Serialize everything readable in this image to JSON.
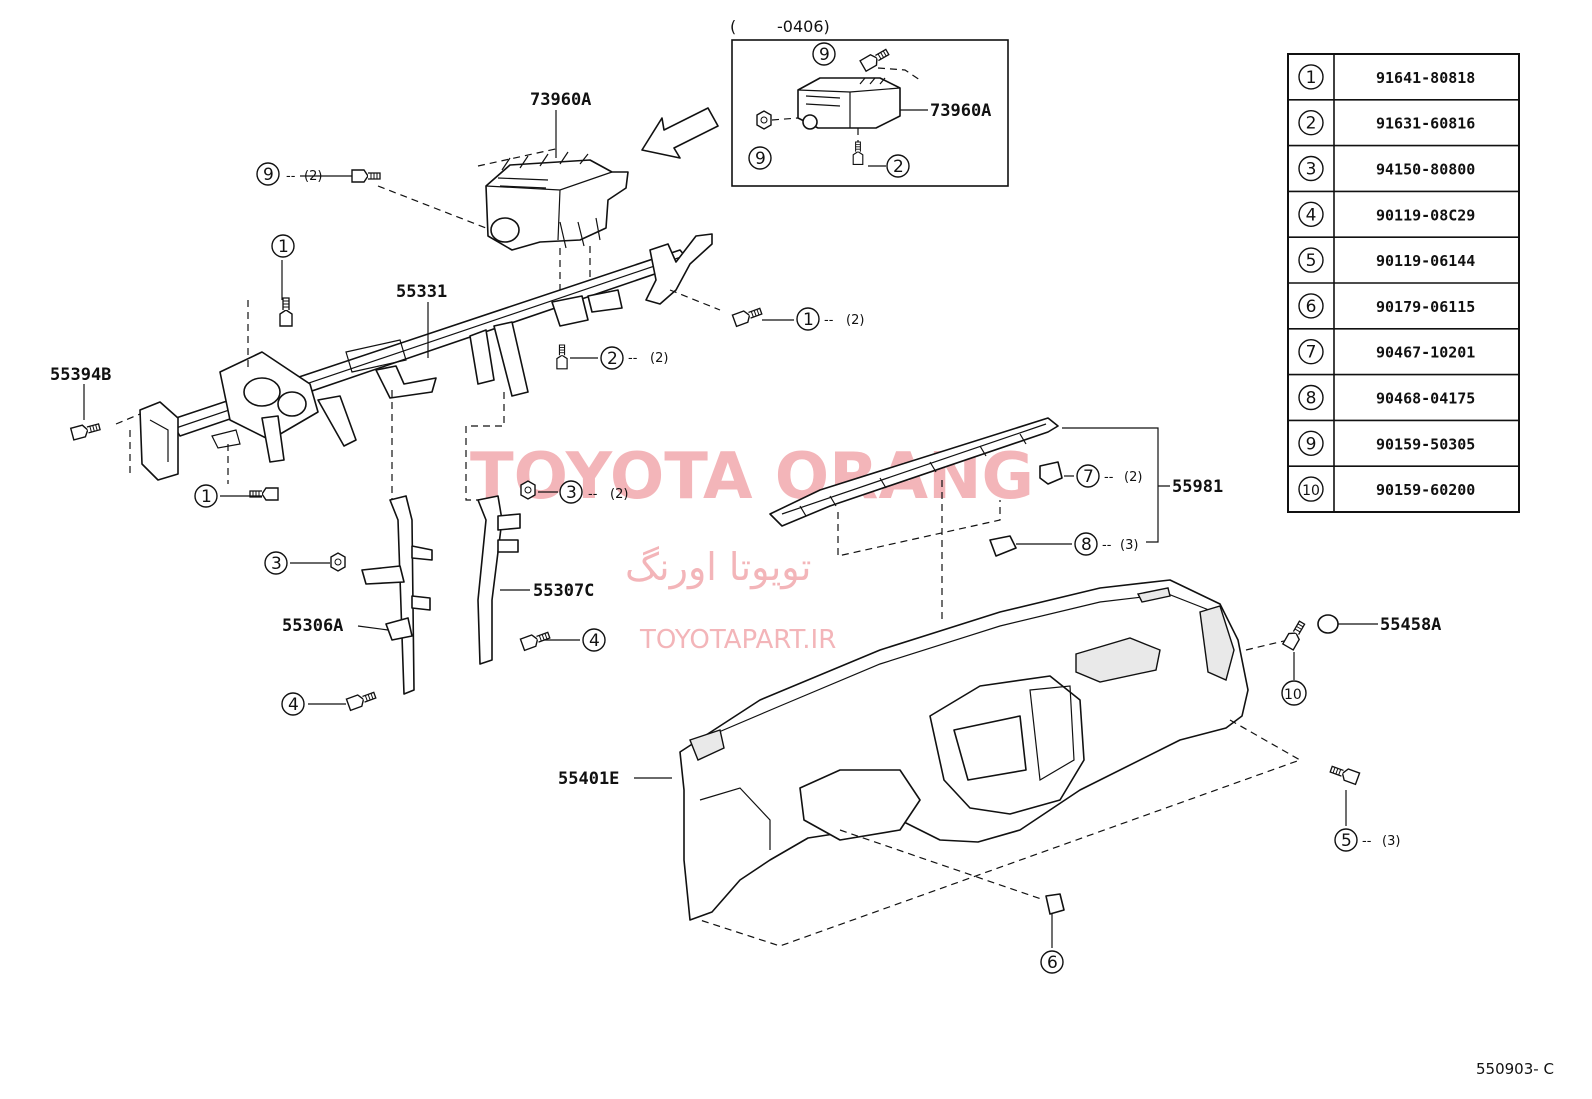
{
  "inset": {
    "range_open": "(",
    "range_value": "-0406)",
    "part_label": "73960A"
  },
  "callouts": {
    "airbag": "73960A",
    "reinforcement": "55331",
    "bracket_left": "55394B",
    "brace_a": "55306A",
    "brace_c": "55307C",
    "panel": "55401E",
    "defroster": "55981",
    "cushion": "55458A"
  },
  "quantities": {
    "q9_top": "(2)",
    "q1_right": "(2)",
    "q2_center": "(2)",
    "q3_center": "(2)",
    "q7": "(2)",
    "q8": "(3)",
    "q5": "(3)"
  },
  "parts_table": [
    {
      "ref": "1",
      "part_no": "91641-80818"
    },
    {
      "ref": "2",
      "part_no": "91631-60816"
    },
    {
      "ref": "3",
      "part_no": "94150-80800"
    },
    {
      "ref": "4",
      "part_no": "90119-08C29"
    },
    {
      "ref": "5",
      "part_no": "90119-06144"
    },
    {
      "ref": "6",
      "part_no": "90179-06115"
    },
    {
      "ref": "7",
      "part_no": "90467-10201"
    },
    {
      "ref": "8",
      "part_no": "90468-04175"
    },
    {
      "ref": "9",
      "part_no": "90159-50305"
    },
    {
      "ref": "10",
      "part_no": "90159-60200"
    }
  ],
  "watermark": {
    "latin": "TOYOTA ORANG",
    "persian": "تویوتا اورنگ",
    "site": "TOYOTAPART.IR"
  },
  "figure_code": "550903- C"
}
